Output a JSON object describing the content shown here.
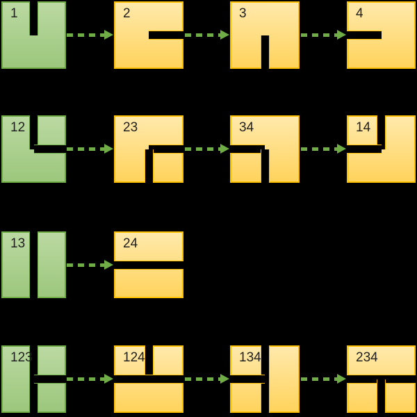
{
  "colors": {
    "background": "#000000",
    "green_fill_top": "#bbd9a2",
    "green_fill_bottom": "#9cc77c",
    "green_border": "#70ad47",
    "orange_fill_top": "#ffe9ab",
    "orange_fill_bottom": "#ffd35c",
    "orange_border": "#ffc000",
    "bar": "#000000",
    "arrow": "#70ad47",
    "label_text": "#1f1f1f"
  },
  "cells": {
    "c1": {
      "label": "1",
      "style": "green",
      "segments": [
        "v-top"
      ]
    },
    "c2": {
      "label": "2",
      "style": "orange",
      "segments": [
        "h-right"
      ]
    },
    "c3": {
      "label": "3",
      "style": "orange",
      "segments": [
        "v-bottom"
      ]
    },
    "c4": {
      "label": "4",
      "style": "orange",
      "segments": [
        "h-left"
      ]
    },
    "c12": {
      "label": "12",
      "style": "green",
      "segments": [
        "v-top",
        "h-right"
      ]
    },
    "c23": {
      "label": "23",
      "style": "orange",
      "segments": [
        "h-right",
        "v-bottom"
      ]
    },
    "c34": {
      "label": "34",
      "style": "orange",
      "segments": [
        "h-left",
        "v-bottom"
      ]
    },
    "c14": {
      "label": "14",
      "style": "orange",
      "segments": [
        "v-top",
        "h-left"
      ]
    },
    "c13": {
      "label": "13",
      "style": "green",
      "segments": [
        "v-top",
        "v-bottom"
      ]
    },
    "c24": {
      "label": "24",
      "style": "orange",
      "segments": [
        "h-left",
        "h-right"
      ]
    },
    "c123": {
      "label": "123",
      "style": "green",
      "segments": [
        "v-top",
        "v-bottom",
        "h-right"
      ]
    },
    "c124": {
      "label": "124",
      "style": "orange",
      "segments": [
        "v-top",
        "h-left",
        "h-right"
      ]
    },
    "c134": {
      "label": "134",
      "style": "orange",
      "segments": [
        "v-top",
        "v-bottom",
        "h-left"
      ]
    },
    "c234": {
      "label": "234",
      "style": "orange",
      "segments": [
        "h-left",
        "h-right",
        "v-bottom"
      ]
    }
  },
  "arrows": [
    {
      "from": "1",
      "to": "2"
    },
    {
      "from": "2",
      "to": "3"
    },
    {
      "from": "3",
      "to": "4"
    },
    {
      "from": "12",
      "to": "23"
    },
    {
      "from": "23",
      "to": "34"
    },
    {
      "from": "34",
      "to": "14"
    },
    {
      "from": "13",
      "to": "24"
    },
    {
      "from": "123",
      "to": "124"
    },
    {
      "from": "124",
      "to": "134"
    },
    {
      "from": "134",
      "to": "234"
    }
  ]
}
